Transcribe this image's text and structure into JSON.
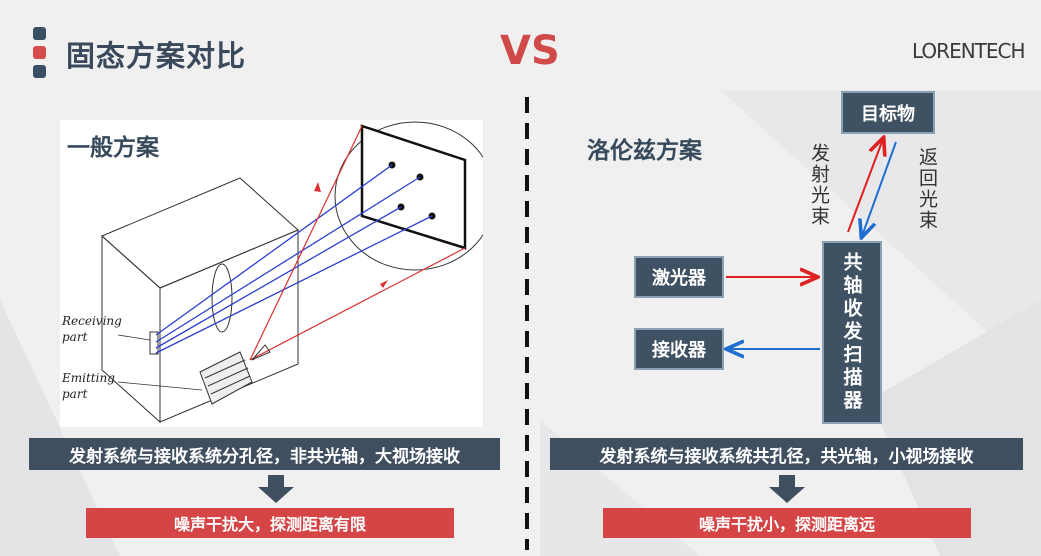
{
  "header": {
    "title": "固态方案对比",
    "vs": "VS",
    "logo": "LORENTECH"
  },
  "left": {
    "title": "一般方案",
    "figure": {
      "receiving_label_1": "Receiving",
      "receiving_label_2": "part",
      "emitting_label_1": "Emitting",
      "emitting_label_2": "part"
    },
    "feature": "发射系统与接收系统分孔径，非共光轴，大视场接收",
    "result": "噪声干扰大，探测距离有限"
  },
  "right": {
    "title": "洛伦兹方案",
    "target": "目标物",
    "emit_beam": "发射光束",
    "return_beam": "返回光束",
    "laser": "激光器",
    "receiver": "接收器",
    "scanner": "共轴收发扫描器",
    "feature": "发射系统与接收系统共孔径，共光轴，小视场接收",
    "result": "噪声干扰小，探测距离远"
  },
  "colors": {
    "dark": "#3f4f60",
    "red": "#d64545",
    "accent_blue": "#1e6fd0",
    "accent_red": "#e02020"
  }
}
